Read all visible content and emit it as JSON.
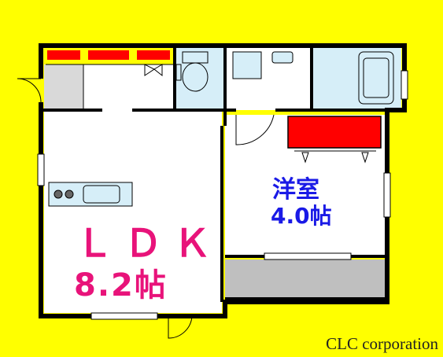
{
  "rooms": {
    "ldk": {
      "name": "ＬＤＫ",
      "size": "8.2帖"
    },
    "western": {
      "name": "洋室",
      "size": "4.0帖"
    }
  },
  "company": "CLC corporation",
  "colors": {
    "background": "#FFFF00",
    "wall": "#000000",
    "storage": "#FF0000",
    "bathroom": "#D6EEF8",
    "balcony": "#BFBFBF",
    "ldk_text": "#E8137A",
    "room_text": "#1A1AE6"
  }
}
